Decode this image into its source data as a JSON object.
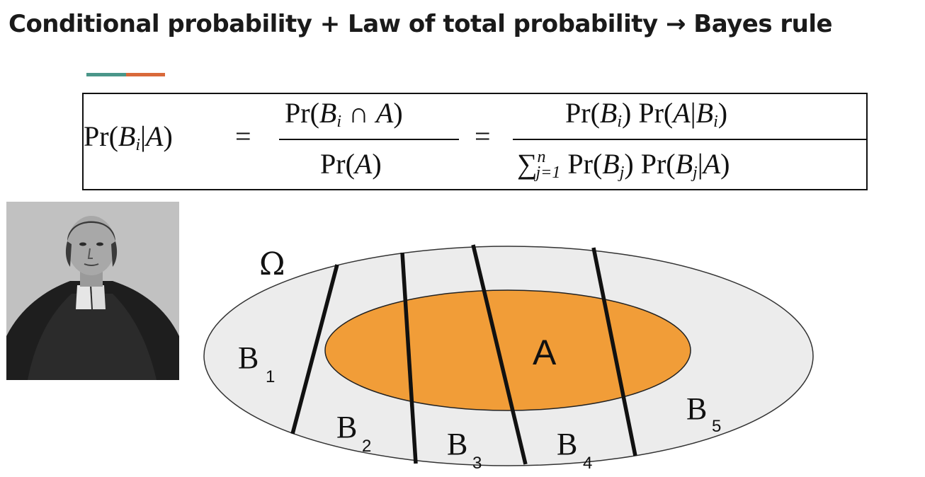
{
  "title": "Conditional probability + Law of total probability → Bayes rule",
  "colors": {
    "accent_teal": "#4a9689",
    "accent_orange": "#d9693a",
    "omega_fill": "#ececec",
    "event_a_fill": "#f19d38"
  },
  "formula": {
    "lhs": "Pr(Bi|A)",
    "eq1": "=",
    "frac1_numerator": "Pr(Bi ∩ A)",
    "frac1_denominator": "Pr(A)",
    "eq2": "=",
    "frac2_numerator": "Pr(Bi) Pr(A|Bi)",
    "frac2_denominator": "∑j=1n Pr(Bj) Pr(Bj|A)"
  },
  "portrait": {
    "icon": "bayes-portrait"
  },
  "diagram": {
    "omega_label": "Ω",
    "event_label": "A",
    "partitions": [
      {
        "letter": "B",
        "index": "1"
      },
      {
        "letter": "B",
        "index": "2"
      },
      {
        "letter": "B",
        "index": "3"
      },
      {
        "letter": "B",
        "index": "4"
      },
      {
        "letter": "B",
        "index": "5"
      }
    ]
  }
}
